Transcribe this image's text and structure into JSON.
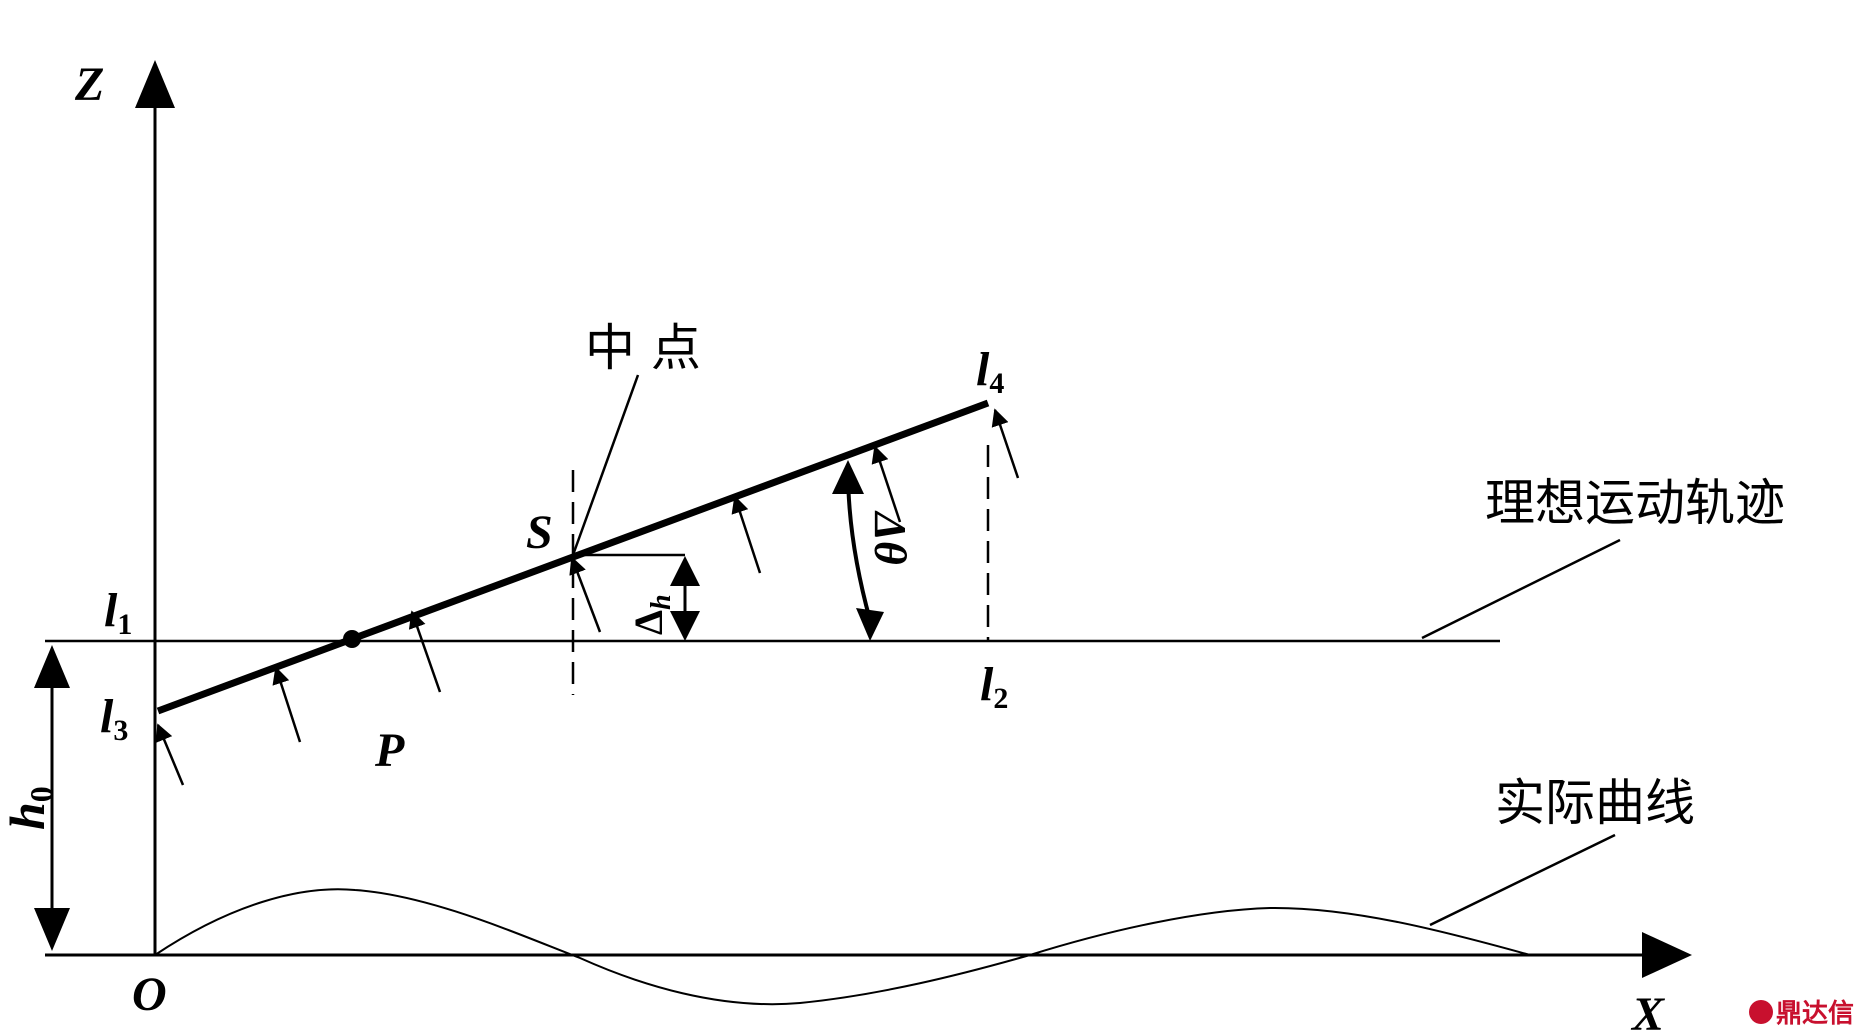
{
  "labels": {
    "z_axis": "Z",
    "x_axis": "X",
    "origin": "O",
    "l1_main": "l",
    "l1_sub": "1",
    "l2_main": "l",
    "l2_sub": "2",
    "l3_main": "l",
    "l3_sub": "3",
    "l4_main": "l",
    "l4_sub": "4",
    "s_point": "S",
    "p_point": "P",
    "h0_main": "h",
    "h0_sub": "0",
    "delta_h_main": "Δ",
    "delta_h_sub": "h",
    "delta_theta": "Δθ",
    "midpoint": "中 点",
    "ideal_trajectory": "理想运动轨迹",
    "actual_curve": "实际曲线"
  },
  "watermark": {
    "text": "鼎达信",
    "color": "#c8102e"
  },
  "icons": {
    "watermark_logo": "dingdaxin-logo-icon"
  }
}
